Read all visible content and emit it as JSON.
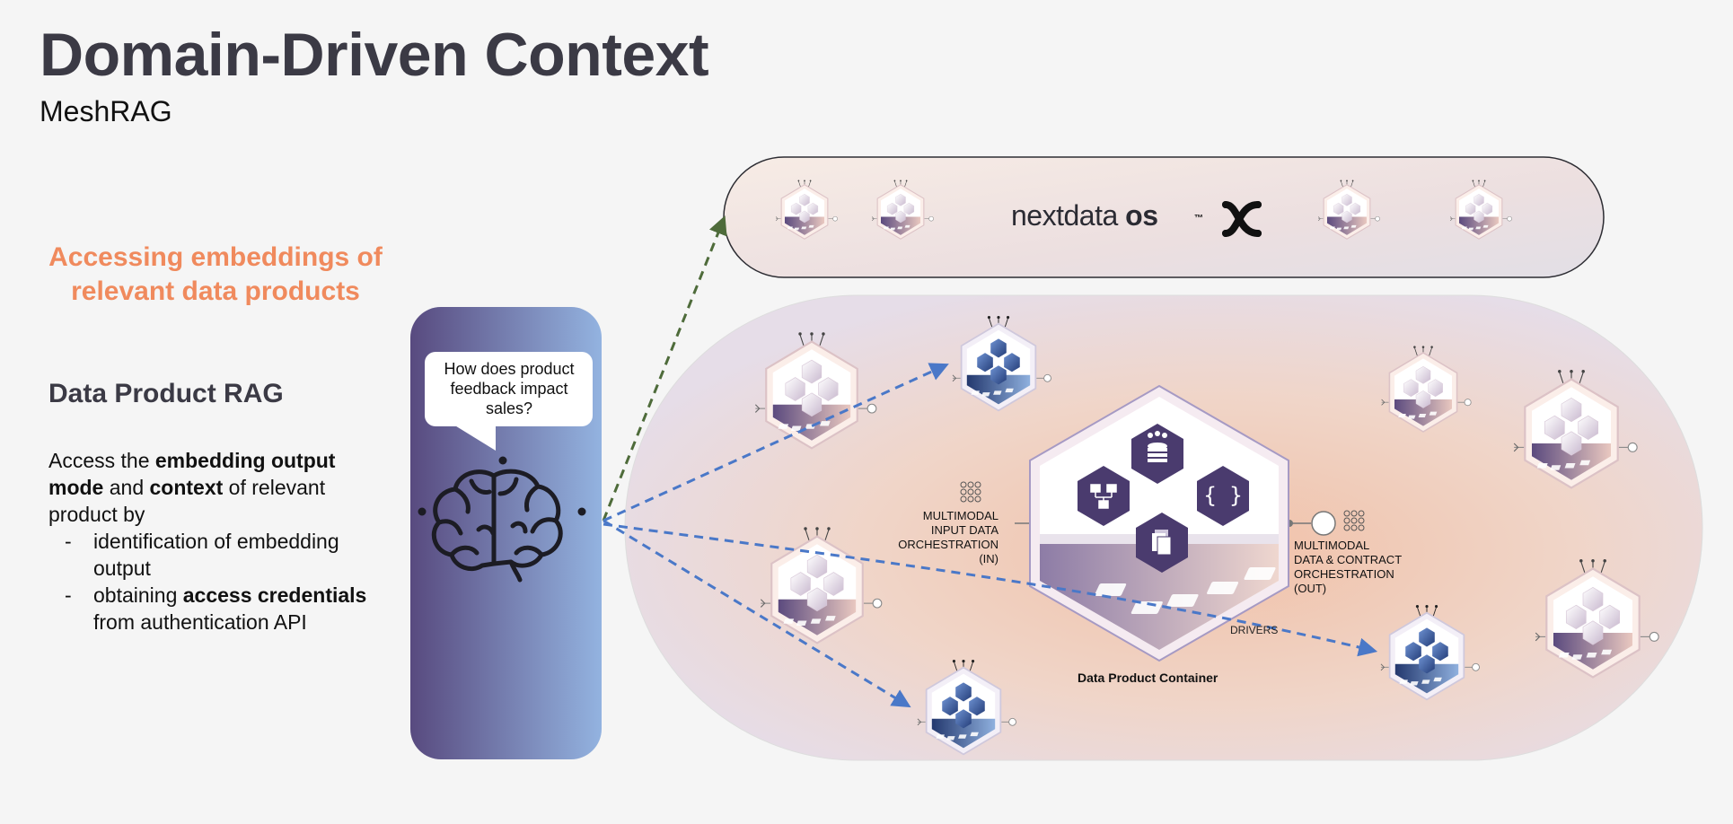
{
  "header": {
    "title": "Domain-Driven Context",
    "subtitle": "MeshRAG"
  },
  "left_panel": {
    "highlight": "Accessing embeddings of relevant data products",
    "section_title": "Data Product RAG",
    "description": {
      "p1_a": "Access the ",
      "p1_b": "embedding output mode",
      "p1_c": " and ",
      "p1_d": "context",
      "p1_e": " of relevant product by",
      "item1": "identification of embedding output",
      "item2_a": "obtaining ",
      "item2_b": "access credentials",
      "item2_c": " from authentication API"
    }
  },
  "query_panel": {
    "question": "How does product feedback impact sales?",
    "icon": "brain-icon"
  },
  "platform": {
    "name_regular": "nextdata",
    "name_bold": " os",
    "tm": "™",
    "logo": "nextdata-logo-icon"
  },
  "container": {
    "title": "Data Product Container",
    "input_label": [
      "MULTIMODAL",
      "INPUT DATA",
      "ORCHESTRATION",
      "(IN)"
    ],
    "output_label": [
      "MULTIMODAL",
      "DATA & CONTRACT",
      "ORCHESTRATION",
      "(OUT)"
    ],
    "drivers_label": "DRIVERS",
    "inner_icons": [
      "database-icon",
      "hierarchy-icon",
      "braces-icon",
      "documents-icon"
    ],
    "braces_text": "{ }"
  },
  "colors": {
    "title": "#3b3a45",
    "accent": "#f08a5d",
    "arrow_blue": "#4a78c8",
    "arrow_green": "#4e6b3a",
    "purple": "#5b4a7e",
    "panel_blue": "#8fb0de"
  }
}
